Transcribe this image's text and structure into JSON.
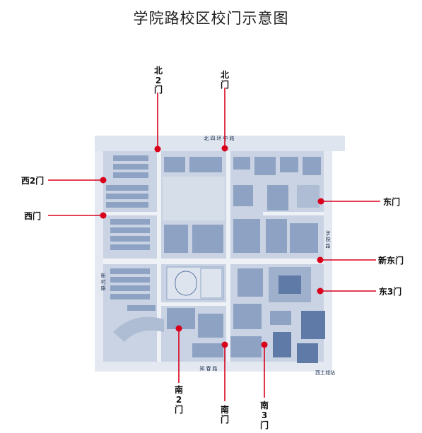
{
  "title": "学院路校区校门示意图",
  "colors": {
    "campus": "#c9d3e3",
    "building": "#8ea3c4",
    "building_dark": "#5f7aa6",
    "road": "#eef1f6",
    "gate_marker": "#d9001b",
    "gate_line": "#d9001b"
  },
  "roads": {
    "north": "北四环中路",
    "east": "学院路",
    "south": "知春路",
    "west": "新村路",
    "southeast_corner": "西土城站"
  },
  "gates": [
    {
      "id": "north-2",
      "label": "北2门",
      "label_chars": [
        "北",
        "2",
        "门"
      ]
    },
    {
      "id": "north",
      "label": "北门",
      "label_chars": [
        "北",
        "门"
      ]
    },
    {
      "id": "west-2",
      "label": "西2门"
    },
    {
      "id": "west",
      "label": "西门"
    },
    {
      "id": "east",
      "label": "东门"
    },
    {
      "id": "new-east",
      "label": "新东门"
    },
    {
      "id": "east-3",
      "label": "东3门"
    },
    {
      "id": "south-2",
      "label": "南2门",
      "label_chars": [
        "南",
        "2",
        "门"
      ]
    },
    {
      "id": "south",
      "label": "南门",
      "label_chars": [
        "南",
        "门"
      ]
    },
    {
      "id": "south-3",
      "label": "南3门",
      "label_chars": [
        "南",
        "3",
        "门"
      ]
    }
  ]
}
